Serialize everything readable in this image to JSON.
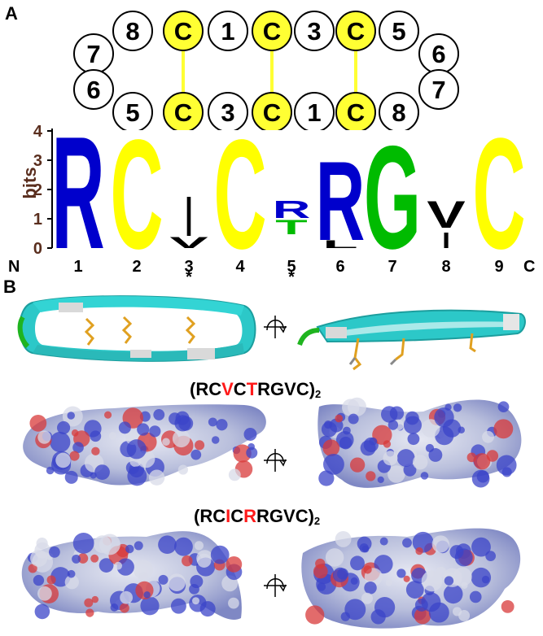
{
  "panels": {
    "a": "A",
    "b": "B"
  },
  "ring": {
    "top": [
      "7",
      "8",
      "C",
      "1",
      "C",
      "3",
      "C",
      "5",
      "6"
    ],
    "bottom": [
      "6",
      "5",
      "C",
      "3",
      "C",
      "1",
      "C",
      "8",
      "7"
    ],
    "cysteine_color": "#ffff33"
  },
  "logo": {
    "ylabel": "bits",
    "yticks": [
      "0",
      "1",
      "2",
      "3",
      "4"
    ],
    "n_terminal": "N",
    "c_terminal": "C",
    "positions": [
      "1",
      "2",
      "3",
      "4",
      "5",
      "6",
      "7",
      "8",
      "9"
    ],
    "marked": [
      "*",
      "*"
    ],
    "letters": [
      {
        "pos": "1",
        "letter": "R",
        "color": "#0000cc"
      },
      {
        "pos": "2",
        "letter": "C",
        "color": "#ffff00"
      },
      {
        "pos": "3",
        "letter": "I",
        "color": "#000000"
      },
      {
        "pos": "3",
        "letter": "V",
        "color": "#000000"
      },
      {
        "pos": "4",
        "letter": "C",
        "color": "#ffff00"
      },
      {
        "pos": "5",
        "letter": "R",
        "color": "#0000cc"
      },
      {
        "pos": "5",
        "letter": "T",
        "color": "#00bb00"
      },
      {
        "pos": "6",
        "letter": "R",
        "color": "#0000cc"
      },
      {
        "pos": "6",
        "letter": "L",
        "color": "#000000"
      },
      {
        "pos": "7",
        "letter": "G",
        "color": "#00bb00"
      },
      {
        "pos": "8",
        "letter": "V",
        "color": "#000000"
      },
      {
        "pos": "8",
        "letter": "I",
        "color": "#000000"
      },
      {
        "pos": "9",
        "letter": "C",
        "color": "#ffff00"
      }
    ]
  },
  "sequences": {
    "first": {
      "open": "(",
      "p1": "RC",
      "m1": "V",
      "p2": "C",
      "m2": "T",
      "p3": "RGVC",
      "close": ")",
      "sub": "2"
    },
    "second": {
      "open": "(",
      "p1": "RC",
      "m1": "I",
      "p2": "C",
      "m2": "R",
      "p3": "RGVC",
      "close": ")",
      "sub": "2"
    }
  },
  "colors": {
    "ribbon": "#2cc8c8",
    "surface_blue": "#3b44c8",
    "surface_red": "#d83a3a",
    "surface_white": "#d8dbe8"
  }
}
